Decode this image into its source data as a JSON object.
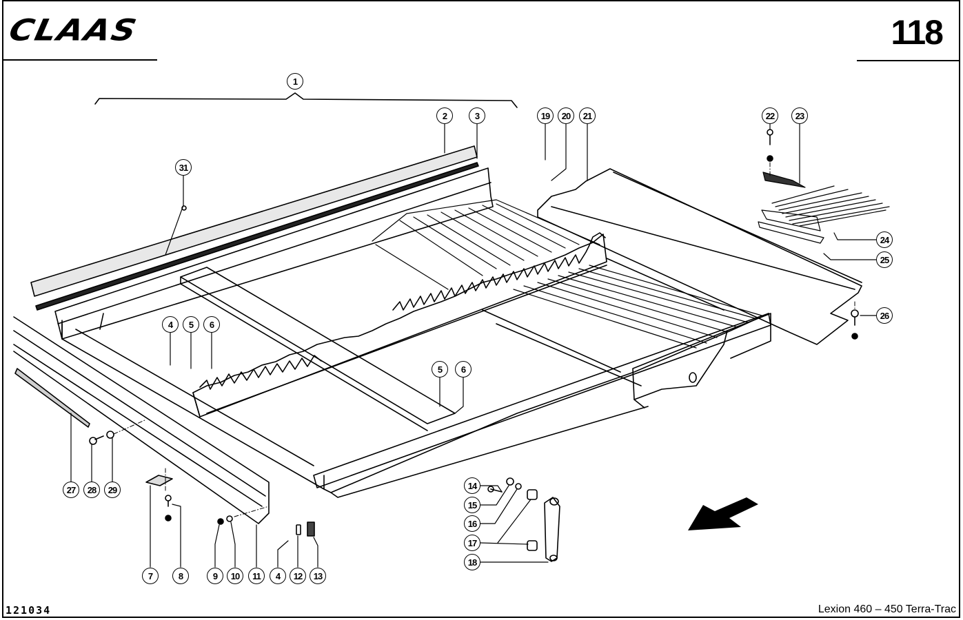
{
  "header": {
    "brand": "CLAAS",
    "page_number": "118"
  },
  "footer": {
    "drawing_id": "121034",
    "model": "Lexion 460 – 450 Terra-Trac"
  },
  "callouts": [
    {
      "id": "c1",
      "label": "1"
    },
    {
      "id": "c2",
      "label": "2"
    },
    {
      "id": "c3",
      "label": "3"
    },
    {
      "id": "c4a",
      "label": "4"
    },
    {
      "id": "c5a",
      "label": "5"
    },
    {
      "id": "c6a",
      "label": "6"
    },
    {
      "id": "c5b",
      "label": "5"
    },
    {
      "id": "c6b",
      "label": "6"
    },
    {
      "id": "c7",
      "label": "7"
    },
    {
      "id": "c8",
      "label": "8"
    },
    {
      "id": "c9",
      "label": "9"
    },
    {
      "id": "c10",
      "label": "10"
    },
    {
      "id": "c11",
      "label": "11"
    },
    {
      "id": "c4b",
      "label": "4"
    },
    {
      "id": "c12",
      "label": "12"
    },
    {
      "id": "c13",
      "label": "13"
    },
    {
      "id": "c14",
      "label": "14"
    },
    {
      "id": "c15",
      "label": "15"
    },
    {
      "id": "c16",
      "label": "16"
    },
    {
      "id": "c17",
      "label": "17"
    },
    {
      "id": "c18",
      "label": "18"
    },
    {
      "id": "c19",
      "label": "19"
    },
    {
      "id": "c20",
      "label": "20"
    },
    {
      "id": "c21",
      "label": "21"
    },
    {
      "id": "c22",
      "label": "22"
    },
    {
      "id": "c23",
      "label": "23"
    },
    {
      "id": "c24",
      "label": "24"
    },
    {
      "id": "c25",
      "label": "25"
    },
    {
      "id": "c26",
      "label": "26"
    },
    {
      "id": "c27",
      "label": "27"
    },
    {
      "id": "c28",
      "label": "28"
    },
    {
      "id": "c29",
      "label": "29"
    },
    {
      "id": "c31",
      "label": "31"
    }
  ],
  "direction_arrow": {
    "icon": "travel-direction-arrow-icon"
  }
}
